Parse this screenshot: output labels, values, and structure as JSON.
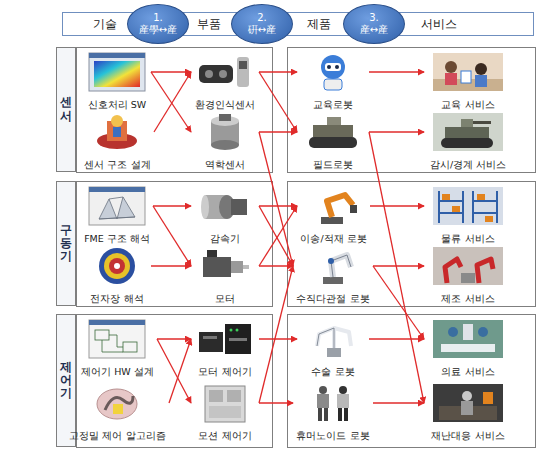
{
  "diagram": {
    "nodes": [
      {
        "text": [
          "기술",
          "부품",
          "제품",
          "서비스"
        ]
      },
      {
        "text": [
          "1.",
          "産學↔産"
        ],
        "in": 0
      },
      {
        "text": [
          "2.",
          "硏↔産"
        ],
        "in": 0
      },
      {
        "text": [
          "3.",
          "産↔産"
        ],
        "in": 0
      },
      {
        "text": [
          "센서"
        ]
      },
      {
        "text": [
          "신호처리 SW"
        ]
      },
      {
        "text": [
          "환경인식센서"
        ]
      },
      {
        "text": [
          "교육로봇"
        ]
      },
      {
        "text": [
          "교육 서비스"
        ]
      },
      {
        "text": [
          "센서 구조 설계"
        ]
      },
      {
        "text": [
          "역학센서"
        ]
      },
      {
        "text": [
          "필드로봇"
        ]
      },
      {
        "text": [
          "감시/경계 서비스"
        ]
      },
      {
        "text": [
          "구동기"
        ]
      },
      {
        "text": [
          "FME 구조 해석"
        ]
      },
      {
        "text": [
          "감속기"
        ]
      },
      {
        "text": [
          "이송/적재 로봇"
        ]
      },
      {
        "text": [
          "물류 서비스"
        ]
      },
      {
        "text": [
          "전자장 해석"
        ]
      },
      {
        "text": [
          "모터"
        ]
      },
      {
        "text": [
          "수직다관절 로봇"
        ]
      },
      {
        "text": [
          "제조 서비스"
        ]
      },
      {
        "text": [
          "제어기"
        ]
      },
      {
        "text": [
          "제어기 HW 설계"
        ]
      },
      {
        "text": [
          "모터 제어기"
        ]
      },
      {
        "text": [
          "수술 로봇"
        ]
      },
      {
        "text": [
          "의료 서비스"
        ]
      },
      {
        "text": [
          "고정밀 제어 알고리즘"
        ]
      },
      {
        "text": [
          "모션 제어기"
        ]
      },
      {
        "text": [
          "휴머노이드 로봇"
        ]
      },
      {
        "text": [
          "재난대응 서비스"
        ]
      }
    ],
    "edges": [
      {
        "from": 5,
        "to": 6,
        "arrow": "to"
      },
      {
        "from": 5,
        "to": 10,
        "arrow": "to"
      },
      {
        "from": 9,
        "to": 6,
        "arrow": "to"
      },
      {
        "from": 6,
        "to": 7,
        "arrow": "to"
      },
      {
        "from": 6,
        "to": 11,
        "arrow": "to"
      },
      {
        "from": 10,
        "to": 11,
        "arrow": "to"
      },
      {
        "from": 10,
        "to": 20,
        "arrow": "to"
      },
      {
        "from": 7,
        "to": 8,
        "arrow": "to"
      },
      {
        "from": 11,
        "to": 12,
        "arrow": "to"
      },
      {
        "from": 11,
        "to": 30,
        "arrow": "to"
      },
      {
        "from": 14,
        "to": 15,
        "arrow": "to"
      },
      {
        "from": 14,
        "to": 19,
        "arrow": "to"
      },
      {
        "from": 18,
        "to": 19,
        "arrow": "to"
      },
      {
        "from": 15,
        "to": 16,
        "arrow": "to"
      },
      {
        "from": 15,
        "to": 20,
        "arrow": "to"
      },
      {
        "from": 19,
        "to": 16,
        "arrow": "to"
      },
      {
        "from": 19,
        "to": 20,
        "arrow": "to"
      },
      {
        "from": 16,
        "to": 17,
        "arrow": "to"
      },
      {
        "from": 20,
        "to": 21,
        "arrow": "to"
      },
      {
        "from": 20,
        "to": 26,
        "arrow": "to"
      },
      {
        "from": 23,
        "to": 24,
        "arrow": "to"
      },
      {
        "from": 23,
        "to": 28,
        "arrow": "to"
      },
      {
        "from": 27,
        "to": 24,
        "arrow": "to"
      },
      {
        "from": 24,
        "to": 25,
        "arrow": "to"
      },
      {
        "from": 28,
        "to": 29,
        "arrow": "to"
      },
      {
        "from": 28,
        "to": 20,
        "arrow": "to"
      },
      {
        "from": 25,
        "to": 26,
        "arrow": "to"
      },
      {
        "from": 29,
        "to": 30,
        "arrow": "to"
      }
    ]
  }
}
